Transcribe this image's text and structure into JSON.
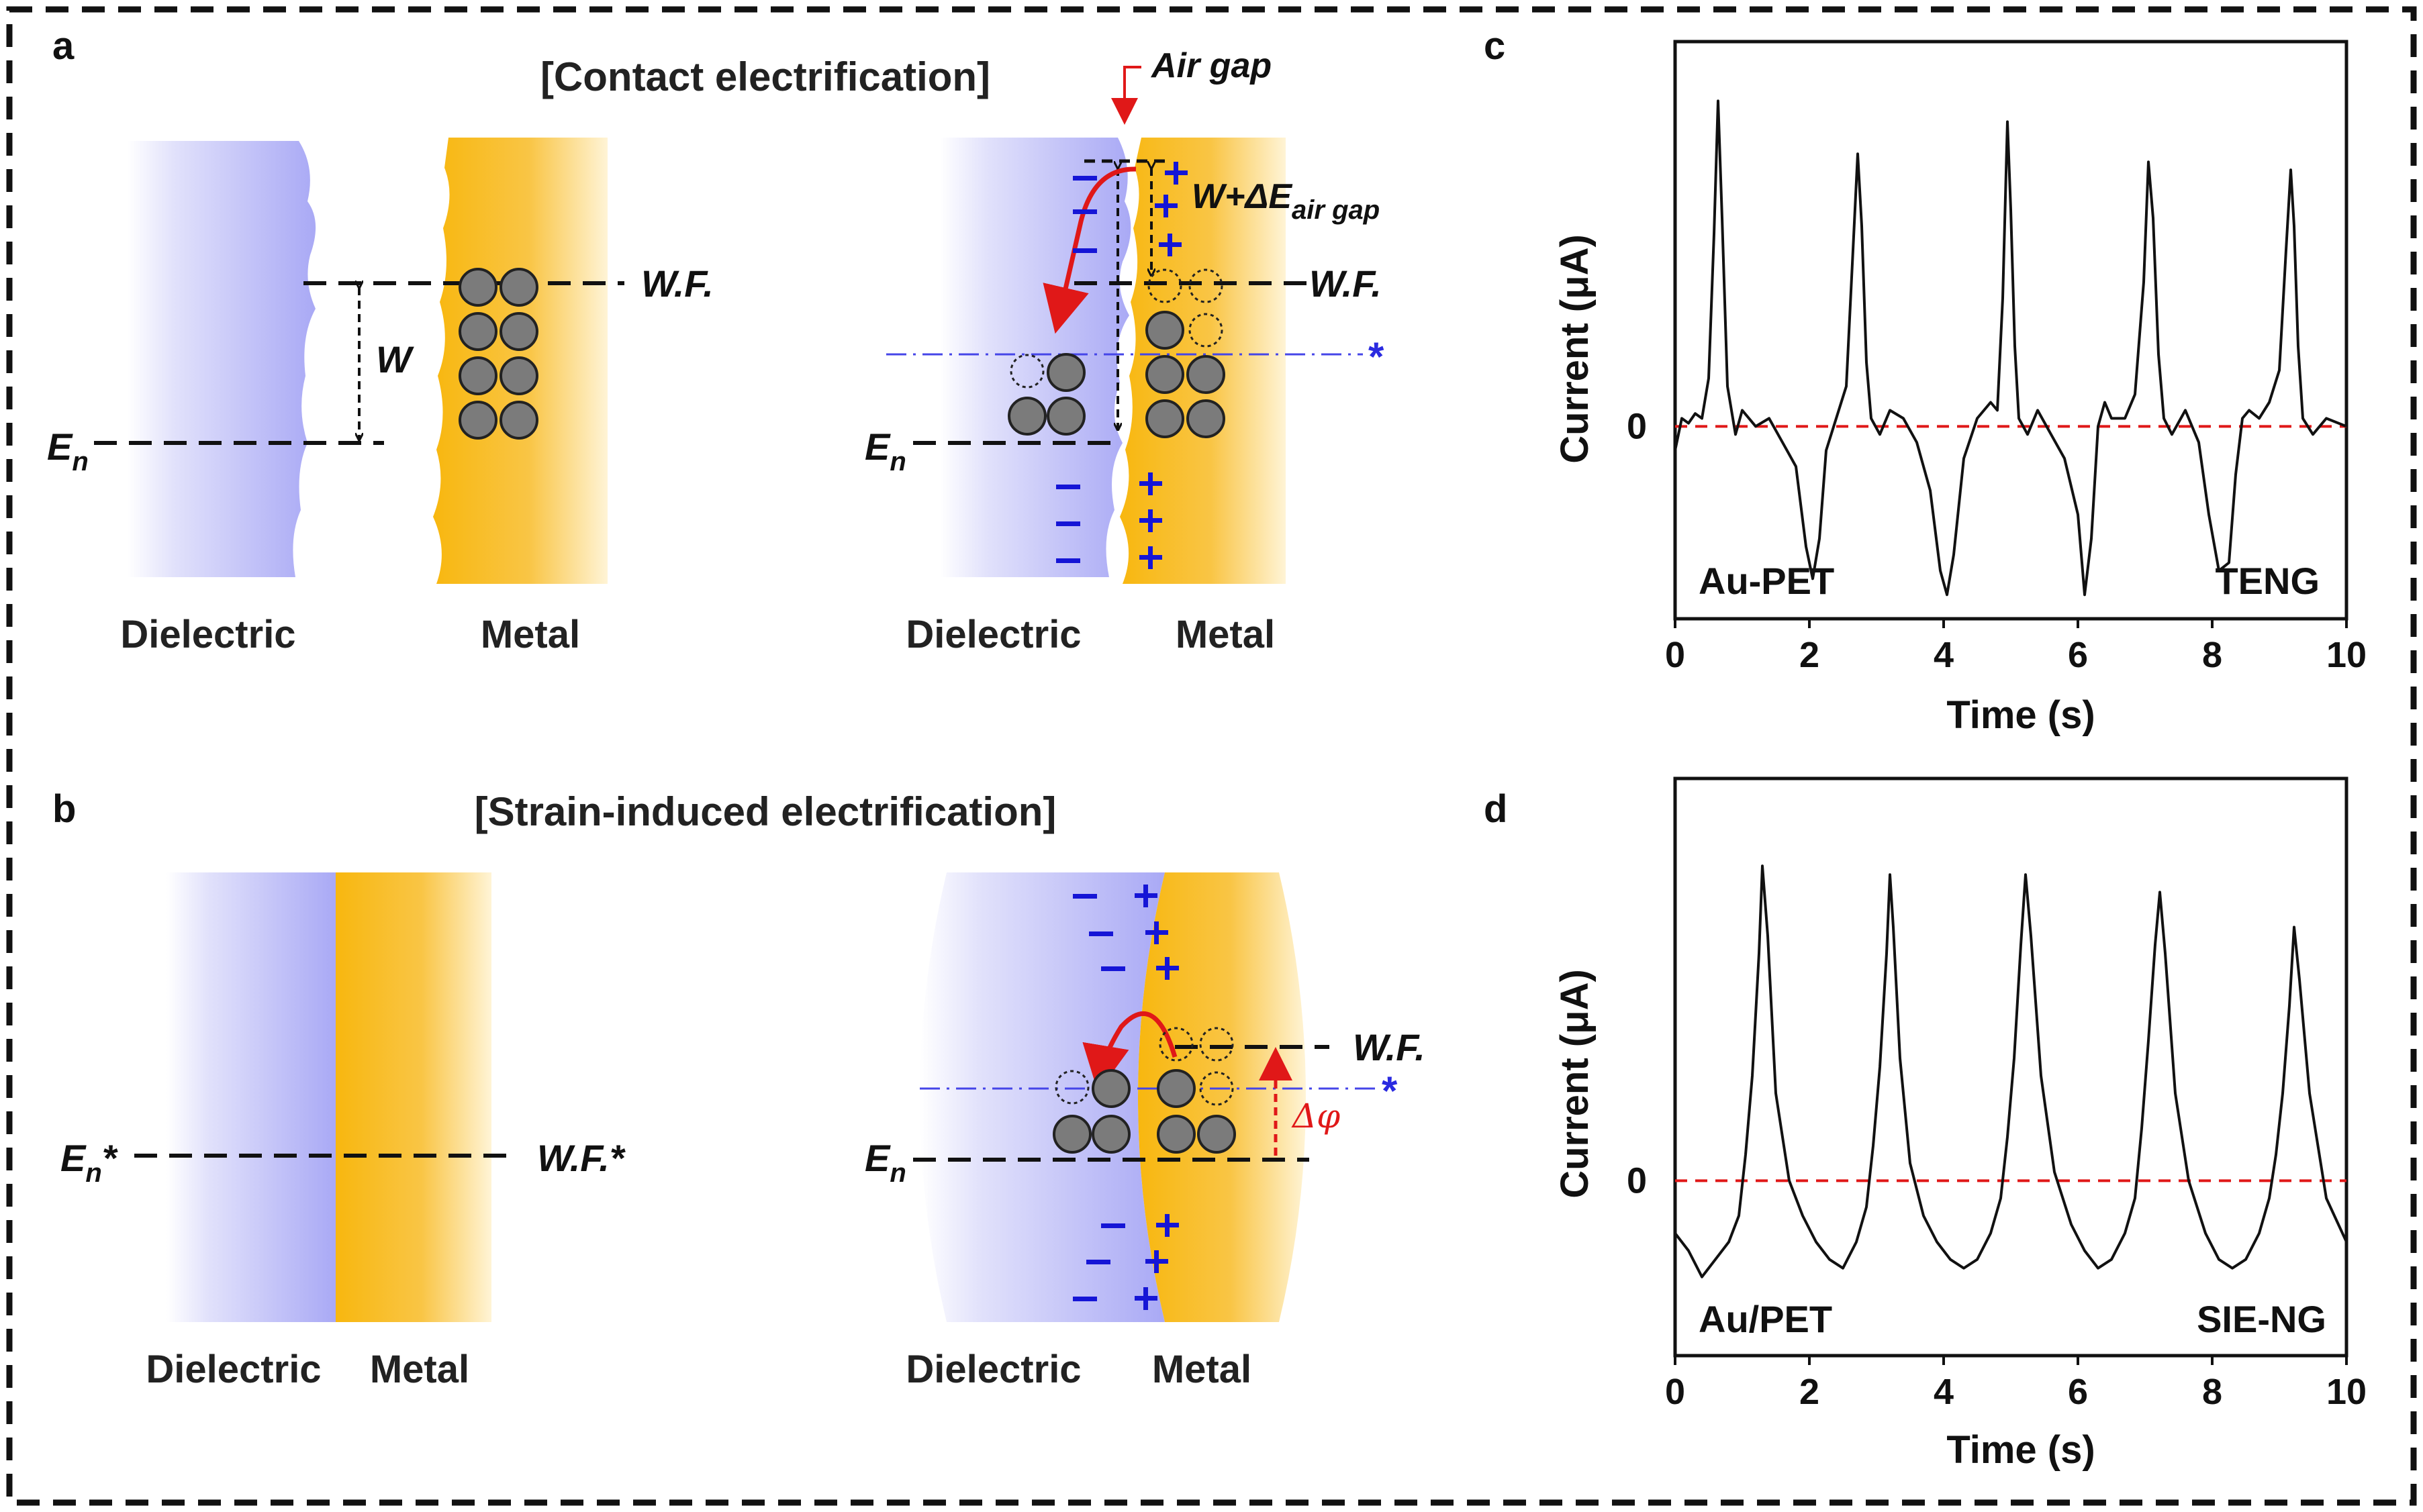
{
  "panels": {
    "a": {
      "letter": "a",
      "title": "[Contact electrification]",
      "left_labels": {
        "dielectric": "Dielectric",
        "metal": "Metal",
        "wf": "W.F.",
        "en": "E",
        "en_sub": "n",
        "gap": "W"
      },
      "right_labels": {
        "dielectric": "Dielectric",
        "metal": "Metal",
        "wf": "W.F.",
        "en": "E",
        "en_sub": "n",
        "air_gap": "Air gap",
        "w_plus": "W+ΔE",
        "w_plus_sub": "air gap",
        "star": "*"
      }
    },
    "b": {
      "letter": "b",
      "title": "[Strain-induced electrification]",
      "left_labels": {
        "dielectric": "Dielectric",
        "metal": "Metal",
        "en": "E",
        "en_sub": "n",
        "en_star": "*",
        "wf": "W.F.*"
      },
      "right_labels": {
        "dielectric": "Dielectric",
        "metal": "Metal",
        "wf": "W.F.",
        "en": "E",
        "en_sub": "n",
        "delta": "Δφ",
        "star": "*"
      }
    }
  },
  "colors": {
    "dielectric": "#a9a9f5",
    "metal": "#f8b70f",
    "charge": "#1515d6",
    "arrow": "#e01818",
    "reference_line": "#e01818"
  },
  "chart_data": [
    {
      "panel_letter": "c",
      "type": "line",
      "xlabel": "Time (s)",
      "ylabel": "Current (μA)",
      "xlim": [
        0,
        10
      ],
      "ylim": [
        -1.2,
        2.4
      ],
      "xticks": [
        "0",
        "2",
        "4",
        "6",
        "8",
        "10"
      ],
      "yticks": [
        "0"
      ],
      "reference_line_y": 0,
      "corner_left": "Au-PET",
      "corner_right": "TENG",
      "series": [
        {
          "x": [
            0,
            0.1,
            0.2,
            0.3,
            0.4,
            0.5,
            0.58,
            0.64,
            0.7,
            0.78,
            0.9,
            1.0,
            1.2,
            1.4,
            1.6,
            1.8,
            1.95,
            2.05,
            2.15,
            2.25,
            2.4,
            2.55,
            2.65,
            2.72,
            2.78,
            2.85,
            2.92,
            3.05,
            3.2,
            3.4,
            3.6,
            3.8,
            3.95,
            4.05,
            4.15,
            4.3,
            4.5,
            4.7,
            4.8,
            4.88,
            4.95,
            5.0,
            5.06,
            5.12,
            5.25,
            5.4,
            5.6,
            5.8,
            6.0,
            6.1,
            6.2,
            6.3,
            6.4,
            6.5,
            6.7,
            6.85,
            6.98,
            7.05,
            7.12,
            7.2,
            7.28,
            7.4,
            7.6,
            7.8,
            7.95,
            8.1,
            8.25,
            8.35,
            8.45,
            8.55,
            8.7,
            8.85,
            9.0,
            9.1,
            9.17,
            9.22,
            9.28,
            9.35,
            9.5,
            9.7,
            10.0
          ],
          "y": [
            -0.15,
            0.05,
            0.02,
            0.08,
            0.05,
            0.3,
            1.2,
            2.03,
            1.3,
            0.25,
            -0.05,
            0.1,
            0.0,
            0.05,
            -0.1,
            -0.25,
            -0.75,
            -0.95,
            -0.7,
            -0.15,
            0.05,
            0.25,
            1.1,
            1.7,
            1.25,
            0.4,
            0.05,
            -0.05,
            0.1,
            0.05,
            -0.1,
            -0.4,
            -0.9,
            -1.05,
            -0.8,
            -0.2,
            0.05,
            0.15,
            0.1,
            0.8,
            1.9,
            1.35,
            0.5,
            0.05,
            -0.05,
            0.1,
            -0.05,
            -0.2,
            -0.55,
            -1.05,
            -0.7,
            0.0,
            0.15,
            0.05,
            0.05,
            0.2,
            0.9,
            1.65,
            1.3,
            0.45,
            0.05,
            -0.05,
            0.1,
            -0.1,
            -0.55,
            -0.9,
            -0.85,
            -0.3,
            0.05,
            0.1,
            0.05,
            0.15,
            0.35,
            1.1,
            1.6,
            1.25,
            0.5,
            0.05,
            -0.05,
            0.05,
            0.0
          ]
        }
      ]
    },
    {
      "panel_letter": "d",
      "type": "line",
      "xlabel": "Time (s)",
      "ylabel": "Current (μA)",
      "xlim": [
        0,
        10
      ],
      "ylim": [
        -1.0,
        2.3
      ],
      "xticks": [
        "0",
        "2",
        "4",
        "6",
        "8",
        "10"
      ],
      "yticks": [
        "0"
      ],
      "reference_line_y": 0,
      "corner_left": "Au/PET",
      "corner_right": "SIE-NG",
      "series": [
        {
          "x": [
            0,
            0.2,
            0.4,
            0.6,
            0.8,
            0.95,
            1.05,
            1.15,
            1.25,
            1.3,
            1.38,
            1.5,
            1.7,
            1.9,
            2.1,
            2.3,
            2.5,
            2.7,
            2.85,
            2.95,
            3.05,
            3.15,
            3.2,
            3.25,
            3.35,
            3.5,
            3.7,
            3.9,
            4.1,
            4.3,
            4.5,
            4.7,
            4.85,
            4.95,
            5.05,
            5.15,
            5.22,
            5.3,
            5.45,
            5.65,
            5.9,
            6.1,
            6.3,
            6.5,
            6.7,
            6.85,
            6.95,
            7.05,
            7.15,
            7.22,
            7.3,
            7.45,
            7.65,
            7.9,
            8.1,
            8.3,
            8.5,
            8.7,
            8.85,
            8.95,
            9.05,
            9.15,
            9.22,
            9.3,
            9.45,
            9.7,
            10.0
          ],
          "y": [
            -0.3,
            -0.4,
            -0.55,
            -0.45,
            -0.35,
            -0.2,
            0.15,
            0.6,
            1.3,
            1.8,
            1.4,
            0.5,
            0.0,
            -0.2,
            -0.35,
            -0.45,
            -0.5,
            -0.35,
            -0.15,
            0.2,
            0.65,
            1.3,
            1.75,
            1.45,
            0.7,
            0.1,
            -0.2,
            -0.35,
            -0.45,
            -0.5,
            -0.45,
            -0.3,
            -0.1,
            0.25,
            0.7,
            1.35,
            1.75,
            1.4,
            0.6,
            0.05,
            -0.25,
            -0.4,
            -0.5,
            -0.45,
            -0.3,
            -0.1,
            0.3,
            0.8,
            1.35,
            1.65,
            1.3,
            0.5,
            0.0,
            -0.3,
            -0.45,
            -0.5,
            -0.45,
            -0.3,
            -0.1,
            0.15,
            0.5,
            1.0,
            1.45,
            1.15,
            0.5,
            -0.1,
            -0.35
          ]
        }
      ]
    }
  ]
}
